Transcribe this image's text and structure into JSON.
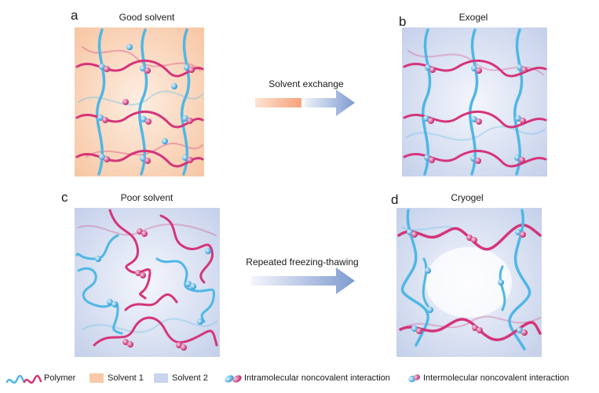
{
  "panels": {
    "a": {
      "letter": "a",
      "title": "Good solvent"
    },
    "b": {
      "letter": "b",
      "title": "Exogel"
    },
    "c": {
      "letter": "c",
      "title": "Poor solvent"
    },
    "d": {
      "letter": "d",
      "title": "Cryogel"
    }
  },
  "arrows": {
    "top": {
      "label": "Solvent exchange"
    },
    "bottom": {
      "label": "Repeated freezing-thawing"
    }
  },
  "legend": {
    "polymer": "Polymer",
    "solvent1": "Solvent 1",
    "solvent2": "Solvent 2",
    "intra": "Intramolecular noncovalent interaction",
    "inter": "Intermolecular noncovalent interaction"
  },
  "colors": {
    "solvent1": "#f7c9a8",
    "solvent2": "#c9d5ec",
    "polymer_blue": "#4fb7e6",
    "polymer_pink": "#d4357a",
    "arrow_blue": "#8ca6d6",
    "arrow_orange": "#f5a57d"
  }
}
